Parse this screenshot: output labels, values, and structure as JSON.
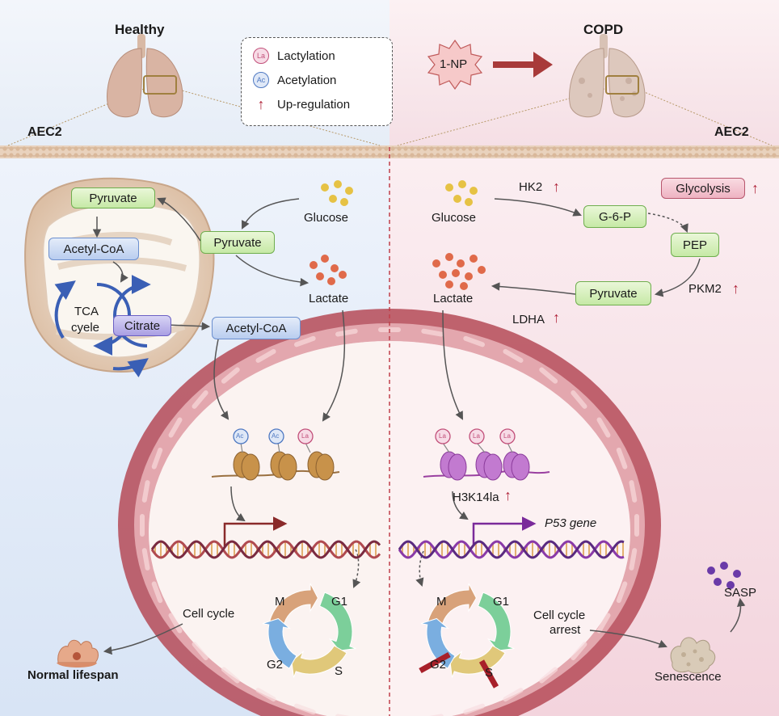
{
  "header": {
    "left_title": "Healthy",
    "right_title": "COPD",
    "left_cell": "AEC2",
    "right_cell": "AEC2",
    "trigger": "1-NP"
  },
  "legend": {
    "lactylation_icon": "La",
    "lactylation": "Lactylation",
    "acetylation_icon": "Ac",
    "acetylation": "Acetylation",
    "upregulation": "Up-regulation"
  },
  "healthy": {
    "mito_pyruvate": "Pyruvate",
    "mito_acetylcoa": "Acetyl-CoA",
    "tca_line1": "TCA",
    "tca_line2": "cyele",
    "citrate": "Citrate",
    "glucose": "Glucose",
    "pyruvate": "Pyruvate",
    "lactate": "Lactate",
    "acetylcoa": "Acetyl-CoA",
    "marks": [
      "Ac",
      "Ac",
      "La"
    ],
    "cell_cycle": "Cell cycle",
    "outcome": "Normal lifespan",
    "phases": [
      "M",
      "G1",
      "G2",
      "S"
    ]
  },
  "copd": {
    "glucose": "Glucose",
    "hk2": "HK2",
    "g6p": "G-6-P",
    "glycolysis": "Glycolysis",
    "pep": "PEP",
    "pkm2": "PKM2",
    "pyruvate": "Pyruvate",
    "lactate": "Lactate",
    "ldha": "LDHA",
    "marks": [
      "La",
      "La",
      "La"
    ],
    "histone_mark": "H3K14la",
    "gene": "P53 gene",
    "arrest_line1": "Cell cycle",
    "arrest_line2": "arrest",
    "sasp": "SASP",
    "outcome": "Senescence",
    "phases": [
      "M",
      "G1",
      "G2",
      "S"
    ]
  },
  "colors": {
    "healthy_bg": "#dfe8f6",
    "copd_bg": "#f6dde4",
    "up_arrow": "#b0243a",
    "lactylation": "#c2507a",
    "acetylation": "#4f79c2"
  },
  "icons": [
    "lung-icon",
    "lung-copd-icon",
    "mitochondrion-icon",
    "dna-helix-icon",
    "nucleosome-icon",
    "cell-cycle-icon",
    "starburst-icon",
    "arrow-right-icon",
    "senescent-cell-icon",
    "healthy-cell-icon"
  ]
}
